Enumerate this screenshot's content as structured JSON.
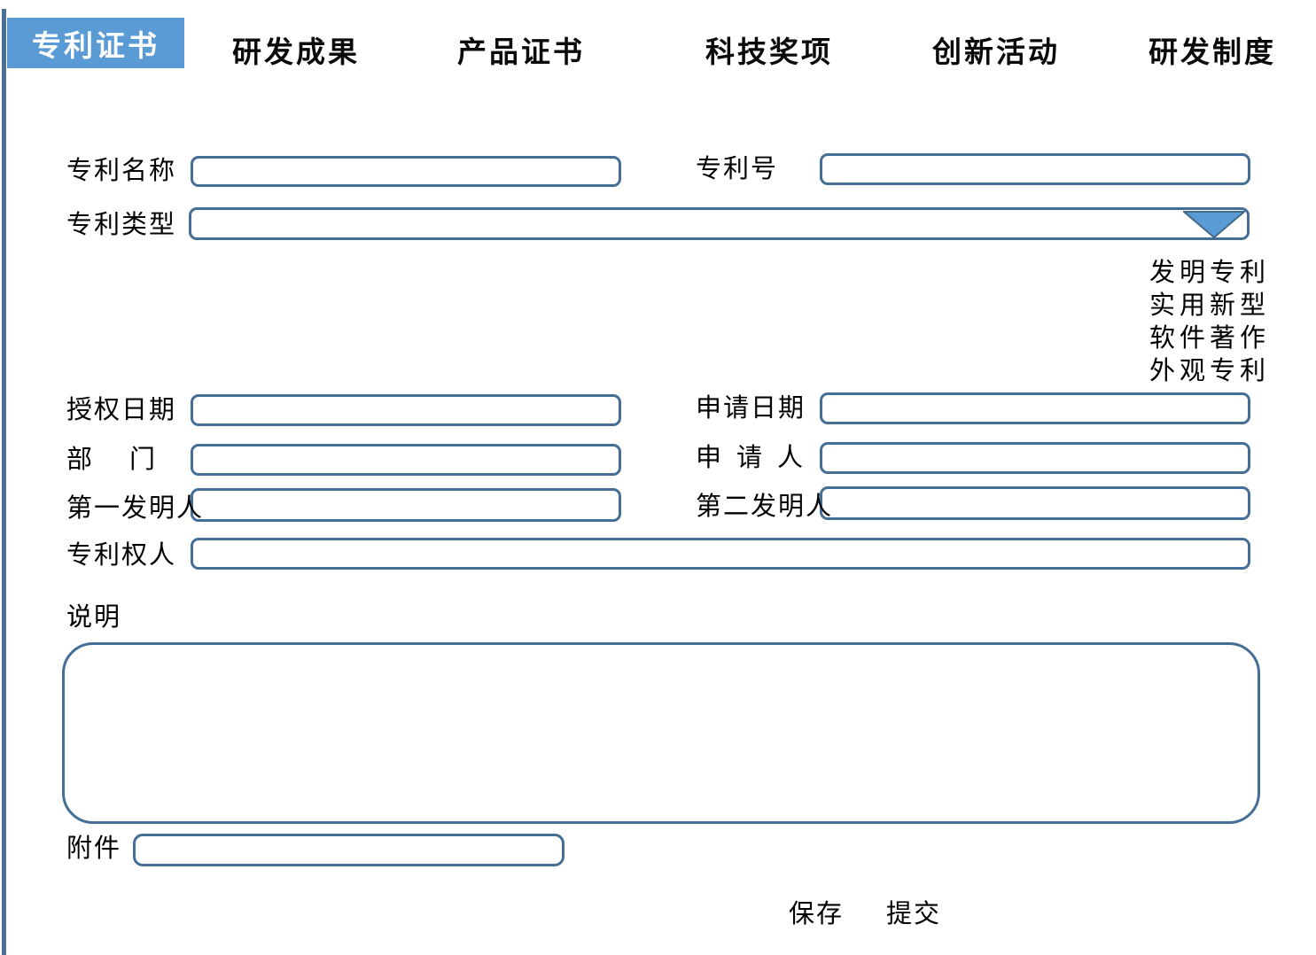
{
  "colors": {
    "accent_blue": "#5b9bd5",
    "border_blue": "#456e96",
    "left_line_blue": "#4a7095"
  },
  "nav": {
    "active_tab": "专利证书",
    "tabs": [
      "研发成果",
      "产品证书",
      "科技奖项",
      "创新活动",
      "研发制度"
    ]
  },
  "form": {
    "fields": {
      "patent_name": "专利名称",
      "patent_no": "专利号",
      "patent_type": "专利类型",
      "grant_date": "授权日期",
      "apply_date": "申请日期",
      "department": "部门",
      "applicant": "申请人",
      "first_inventor": "第一发明人",
      "second_inventor": "第二发明人",
      "patentee": "专利权人",
      "description": "说明",
      "attachment": "附件"
    },
    "type_options": [
      "发明专利",
      "实用新型",
      "软件著作",
      "外观专利"
    ],
    "actions": {
      "save": "保存",
      "submit": "提交"
    }
  }
}
